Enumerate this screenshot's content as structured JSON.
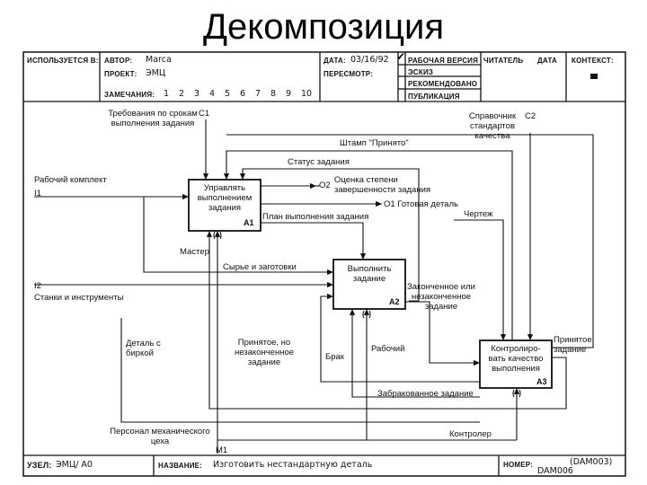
{
  "title": "Декомпозиция",
  "header": {
    "used_at_label": "ИСПОЛЬЗУЕТСЯ В:",
    "author_label": "АВТОР:",
    "author_value": "Marca",
    "project_label": "ПРОЕКТ:",
    "project_value": "ЭМЦ",
    "notes_label": "ЗАМЕЧАНИЯ:",
    "notes_numbers": [
      "1",
      "2",
      "3",
      "4",
      "5",
      "6",
      "7",
      "8",
      "9",
      "10"
    ],
    "date_label": "ДАТА:",
    "date_value": "03/16/92",
    "revision_label": "ПЕРЕСМОТР:",
    "status_items": [
      "РАБОЧАЯ ВЕРСИЯ",
      "ЭСКИЗ",
      "РЕКОМЕНДОВАНО",
      "ПУБЛИКАЦИЯ"
    ],
    "check_mark": "✔",
    "reader_label": "ЧИТАТЕЛЬ",
    "reader_date_label": "ДАТА",
    "context_label": "КОНТЕКСТ:"
  },
  "footer": {
    "node_label": "УЗЕЛ:",
    "node_value": "ЭМЦ/ A0",
    "name_label": "НАЗВАНИЕ:",
    "name_value": "Изготовить нестандартную деталь",
    "number_label": "НОМЕР:",
    "number_value": "(DAM003)",
    "number_extra": "DAM006"
  },
  "boxes": [
    {
      "id": "a1",
      "label": "Управлять выполнением задания",
      "num": "A1"
    },
    {
      "id": "a2",
      "label": "Выполнить задание",
      "num": "A2"
    },
    {
      "id": "a3",
      "label": "Контролиро- вать качество выполнения",
      "num": "A3"
    }
  ],
  "arrows": {
    "c1": "Требования по срокам выполнения задания",
    "c1_code": "C1",
    "c2": "Справочник стандартов качества",
    "c2_code": "C2",
    "i1": "Рабочий комплект",
    "i1_code": "I1",
    "i2": "Станки и инструменты",
    "i2_code": "I2",
    "m1": "Персонал механического цеха",
    "m1_code": "M1",
    "stamp": "Штамп \"Принято\"",
    "task_status": "Статус задания",
    "estimate": "Оценка степени завершенности задания",
    "o2_code": "O2",
    "finished_part": "O1 Готовая деталь",
    "plan": "План выполнения задания",
    "drawing": "Чертеж",
    "master": "Мастер",
    "raw": "Сырье и заготовки",
    "done_or_not": "Законченное или незаконченное задание",
    "tagged_part": "Деталь с биркой",
    "accepted_unfinished": "Принятое, но незаконченное задание",
    "defect": "Брак",
    "worker": "Рабочий",
    "accepted_task": "Принятое задание",
    "rejected_task": "Забракованное задание",
    "controller": "Контролер"
  }
}
